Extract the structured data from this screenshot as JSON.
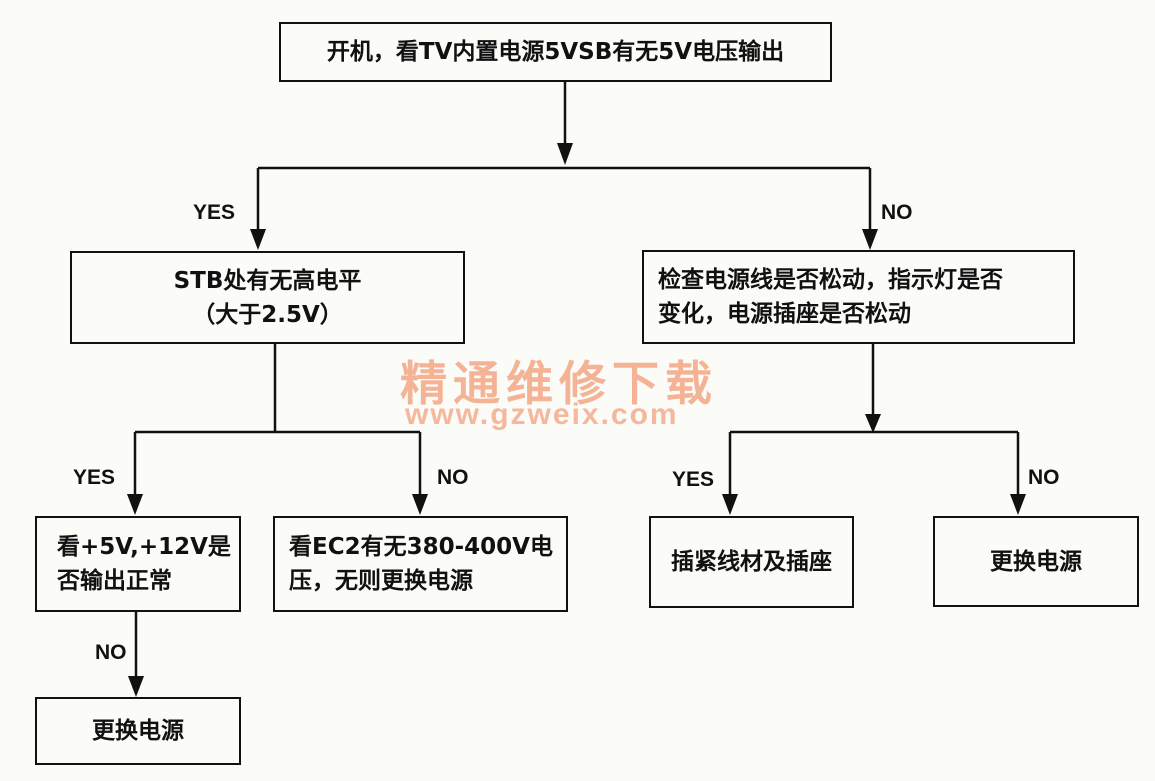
{
  "nodes": {
    "start": "开机，看TV内置电源5VSB有无5V电压输出",
    "stb_line1": "STB处有无高电平",
    "stb_line2": "（大于2.5V）",
    "check_line1": "检查电源线是否松动，指示灯是否",
    "check_line2": "变化，电源插座是否松动",
    "volt_line1": "看+5V,+12V是",
    "volt_line2": "否输出正常",
    "ec2_line1": "看EC2有无380-400V电",
    "ec2_line2": "压，无则更换电源",
    "tighten": "插紧线材及插座",
    "replace_right": "更换电源",
    "replace_bottom": "更换电源"
  },
  "labels": {
    "yes_top": "YES",
    "no_top": "NO",
    "yes_mid_left": "YES",
    "no_mid_left": "NO",
    "yes_mid_right": "YES",
    "no_mid_right": "NO",
    "no_bottom": "NO"
  },
  "watermark": {
    "title": "精通维修下载",
    "url": "www.gzweix.com"
  }
}
